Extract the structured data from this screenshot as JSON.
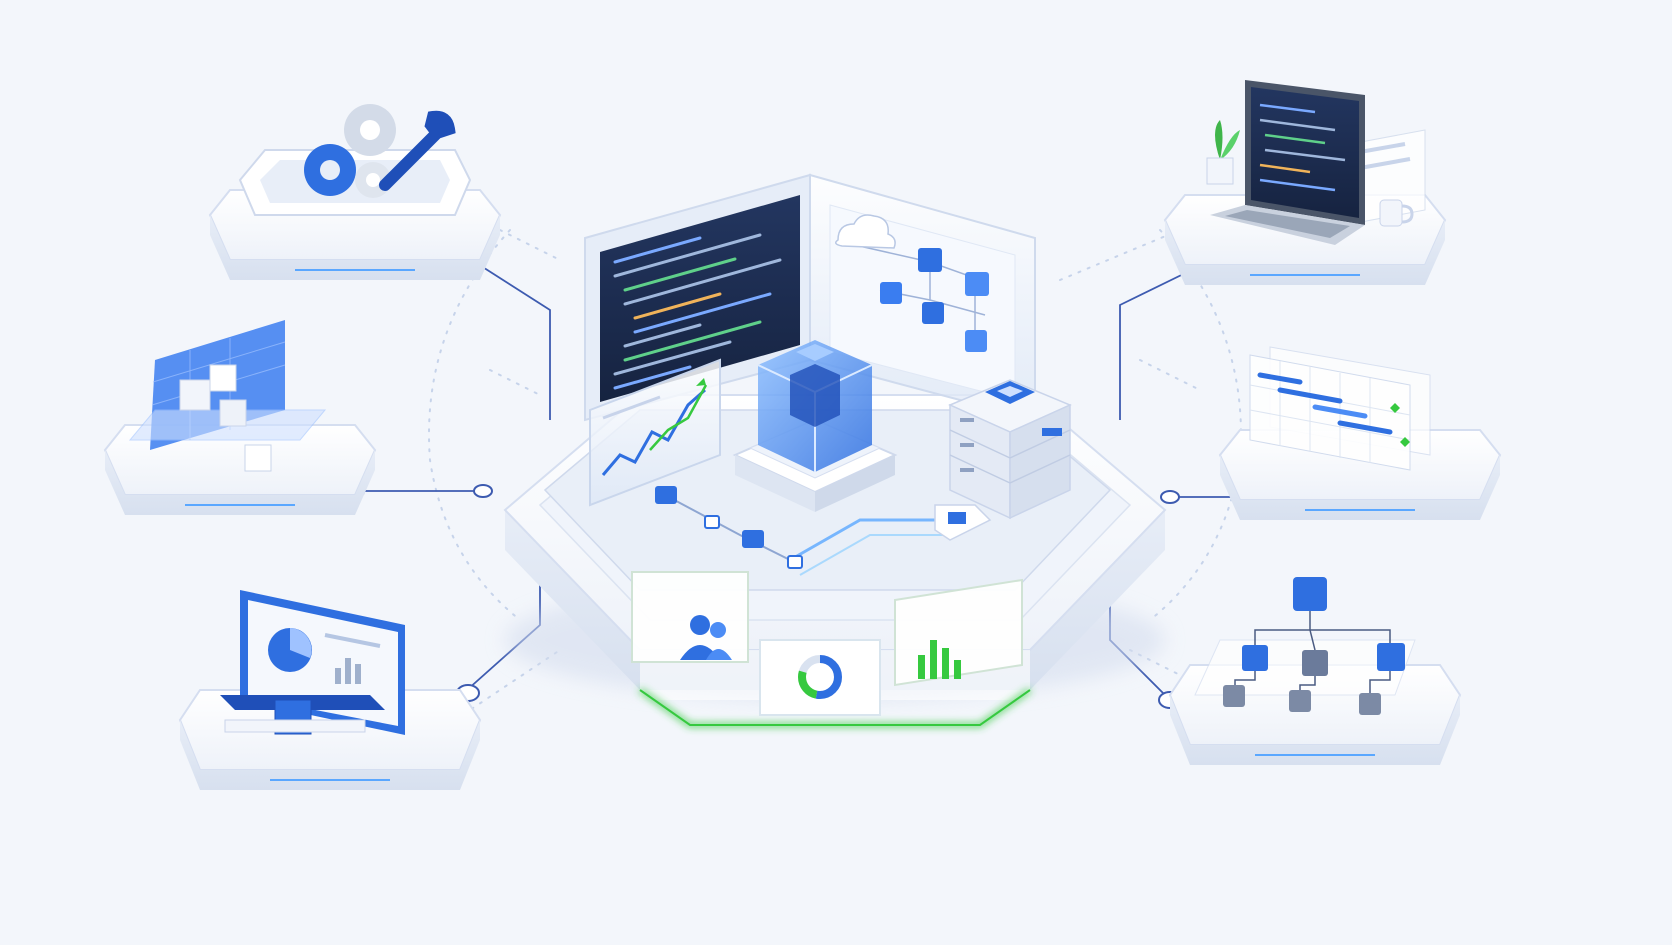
{
  "colors": {
    "background": "#f3f6fb",
    "accent_blue": "#2f6fe0",
    "deep_blue": "#1f4fb8",
    "navy_screen": "#1c2c4c",
    "connector_line": "#3d5bb0",
    "glow_blue": "#5aa7ff",
    "glow_green": "#36c93f",
    "platform_white": "#ffffff",
    "platform_shadow": "#dfe6f3"
  },
  "hub": {
    "modules": [
      "code-editor-screen",
      "workflow-diagram-panel",
      "data-cube",
      "server-stack",
      "line-chart-card",
      "pipeline-nodes"
    ],
    "front_badges": [
      "users-icon",
      "donut-chart-icon",
      "bar-chart-icon"
    ]
  },
  "satellites": [
    {
      "id": "tools",
      "icon": "gears-and-wrench-icon",
      "side": "left",
      "row": 1
    },
    {
      "id": "grid-blocks",
      "icon": "3d-grid-blocks-icon",
      "side": "left",
      "row": 2
    },
    {
      "id": "dashboard",
      "icon": "dashboard-monitor-icon",
      "side": "left",
      "row": 3
    },
    {
      "id": "laptop",
      "icon": "laptop-code-icon",
      "side": "right",
      "row": 1
    },
    {
      "id": "gantt",
      "icon": "gantt-chart-icon",
      "side": "right",
      "row": 2
    },
    {
      "id": "hierarchy",
      "icon": "hierarchy-tree-icon",
      "side": "right",
      "row": 3
    }
  ]
}
